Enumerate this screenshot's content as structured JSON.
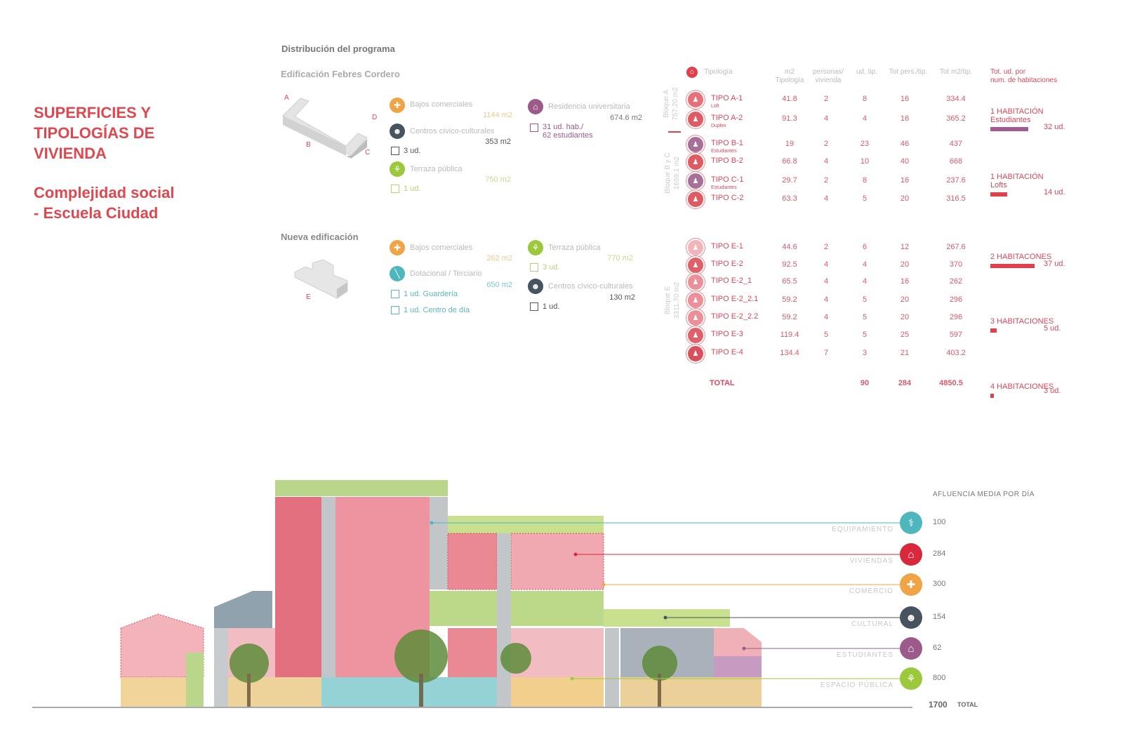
{
  "title": "SUPERFICIES Y\nTIPOLOGÍAS DE\nVIVIENDA",
  "subtitle": "Complejidad social\n- Escuela Ciudad",
  "program": {
    "heading": "Distribución del programa",
    "existing": {
      "heading": "Edificación Febres Cordero",
      "block_labels": [
        "A",
        "B",
        "C",
        "D"
      ],
      "items": [
        {
          "label": "Bajos comerciales",
          "area": "1144 m2",
          "color": "#f0a445",
          "icon": "shop-icon"
        },
        {
          "label": "Centros cívico-culturales",
          "area": "353 m2",
          "units": "3 ud.",
          "color": "#47535e",
          "icon": "theater-masks-icon"
        },
        {
          "label": "Terraza pública",
          "area": "750 m2",
          "units": "1 ud.",
          "color": "#9cc83c",
          "icon": "walking-people-icon"
        },
        {
          "label": "Residencia universitaria",
          "area": "674.6 m2",
          "units": "31 ud. hab./\n62 estudiantes",
          "color": "#9b5a8a",
          "icon": "student-house-icon"
        }
      ]
    },
    "new": {
      "heading": "Nueva edificación",
      "block_labels": [
        "E"
      ],
      "items": [
        {
          "label": "Bajos comerciales",
          "area": "262 m2",
          "color": "#f0a445",
          "icon": "shop-icon"
        },
        {
          "label": "Dotacional / Terciario",
          "area": "650 m2",
          "units": [
            "1 ud. Guardería",
            "1 ud. Centro de día"
          ],
          "color": "#4db7bd",
          "icon": "facilities-icon"
        },
        {
          "label": "Terraza pública",
          "area": "770 m2",
          "units": "3 ud.",
          "color": "#9cc83c",
          "icon": "walking-people-icon"
        },
        {
          "label": "Centros cívico-culturales",
          "area": "130 m2",
          "units": "1 ud.",
          "color": "#47535e",
          "icon": "theater-masks-icon"
        }
      ]
    }
  },
  "table": {
    "headers": [
      "Tipología",
      "m2\nTipología",
      "personas/\nvivienda",
      "ud. tip.",
      "Tot pers./tip.",
      "Tot m2/tip."
    ],
    "blocks": [
      "Bloque A\n757.20 m2",
      "Bloque B y C\n1659.1 m2",
      "Bloque E\n3311.70 m2"
    ],
    "rows": [
      {
        "name": "TIPO A-1",
        "sub": "Loft",
        "m2": "41.8",
        "pers": "2",
        "ud": "8",
        "totp": "16",
        "totm2": "334.4",
        "color": "#e8707a"
      },
      {
        "name": "TIPO A-2",
        "sub": "Duplex",
        "m2": "91.3",
        "pers": "4",
        "ud": "4",
        "totp": "16",
        "totm2": "365.2",
        "color": "#e05a64"
      },
      {
        "name": "TIPO B-1",
        "sub": "Estudiantes",
        "m2": "19",
        "pers": "2",
        "ud": "23",
        "totp": "46",
        "totm2": "437",
        "color": "#a86f98"
      },
      {
        "name": "TIPO B-2",
        "sub": "",
        "m2": "66.8",
        "pers": "4",
        "ud": "10",
        "totp": "40",
        "totm2": "668",
        "color": "#e05a64"
      },
      {
        "name": "TIPO C-1",
        "sub": "Estudiantes",
        "m2": "29.7",
        "pers": "2",
        "ud": "8",
        "totp": "16",
        "totm2": "237.6",
        "color": "#a86f98"
      },
      {
        "name": "TIPO C-2",
        "sub": "",
        "m2": "63.3",
        "pers": "4",
        "ud": "5",
        "totp": "20",
        "totm2": "316.5",
        "color": "#e05a64"
      },
      {
        "name": "TIPO E-1",
        "sub": "",
        "m2": "44.6",
        "pers": "2",
        "ud": "6",
        "totp": "12",
        "totm2": "267.6",
        "color": "#f1b5bb"
      },
      {
        "name": "TIPO E-2",
        "sub": "",
        "m2": "92.5",
        "pers": "4",
        "ud": "4",
        "totp": "20",
        "totm2": "370",
        "color": "#e0606a"
      },
      {
        "name": "TIPO E-2_1",
        "sub": "",
        "m2": "65.5",
        "pers": "4",
        "ud": "4",
        "totp": "16",
        "totm2": "262",
        "color": "#ec8f98"
      },
      {
        "name": "TIPO E-2_2.1",
        "sub": "",
        "m2": "59.2",
        "pers": "4",
        "ud": "5",
        "totp": "20",
        "totm2": "296",
        "color": "#ec8f98"
      },
      {
        "name": "TIPO E-2_2.2",
        "sub": "",
        "m2": "59.2",
        "pers": "4",
        "ud": "5",
        "totp": "20",
        "totm2": "296",
        "color": "#ec8f98"
      },
      {
        "name": "TIPO E-3",
        "sub": "",
        "m2": "119.4",
        "pers": "5",
        "ud": "5",
        "totp": "25",
        "totm2": "597",
        "color": "#e0606a"
      },
      {
        "name": "TIPO E-4",
        "sub": "",
        "m2": "134.4",
        "pers": "7",
        "ud": "3",
        "totp": "21",
        "totm2": "403.2",
        "color": "#d9505c"
      }
    ],
    "total": {
      "label": "TOTAL",
      "ud": "90",
      "totp": "284",
      "totm2": "4850.5"
    }
  },
  "rooms": {
    "heading": "Tot. ud. por\nnum. de habitaciones",
    "items": [
      {
        "label": "1 HABITACIÓN\nEstudiantes",
        "count": 32,
        "count_label": "32 ud.",
        "color": "#a25a93"
      },
      {
        "label": "1 HABITACIÓN\nLofts",
        "count": 14,
        "count_label": "14 ud.",
        "color": "#e0404c"
      },
      {
        "label": "2 HABITACONES",
        "count": 37,
        "count_label": "37 ud.",
        "color": "#e0404c"
      },
      {
        "label": "3 HABITACIONES",
        "count": 5,
        "count_label": "5 ud.",
        "color": "#e0404c"
      },
      {
        "label": "4 HABITACIONES",
        "count": 3,
        "count_label": "3 ud.",
        "color": "#e0404c"
      }
    ]
  },
  "afluencia": {
    "heading": "AFLUENCIA MEDIA POR DÍA",
    "items": [
      {
        "label": "EQUIPAMIENTO",
        "value": "100",
        "color": "#4db7bd",
        "icon": "facilities-icon"
      },
      {
        "label": "VIVIENDAS",
        "value": "284",
        "color": "#d9283c",
        "icon": "house-icon"
      },
      {
        "label": "COMERCIO",
        "value": "300",
        "color": "#f0a445",
        "icon": "shop-icon"
      },
      {
        "label": "CULTURAL",
        "value": "154",
        "color": "#47535e",
        "icon": "theater-masks-icon"
      },
      {
        "label": "ESTUDIANTES",
        "value": "62",
        "color": "#9b5a8a",
        "icon": "student-house-icon"
      },
      {
        "label": "ESPACIO PÚBLICA",
        "value": "800",
        "color": "#9cc83c",
        "icon": "walking-people-icon"
      }
    ],
    "total_value": "1700",
    "total_label": "TOTAL"
  }
}
